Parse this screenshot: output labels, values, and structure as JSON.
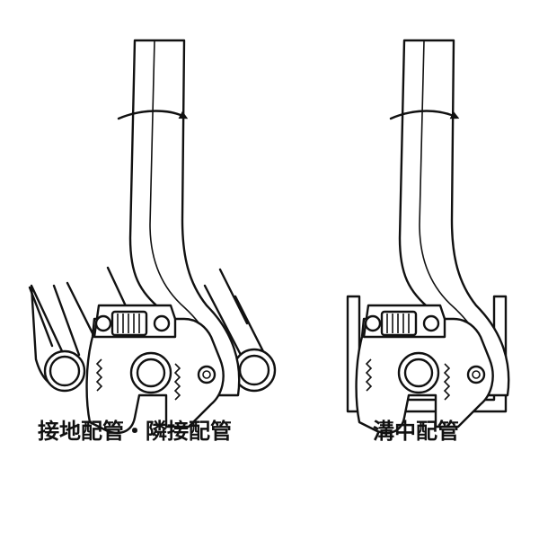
{
  "panels": [
    {
      "id": "left",
      "caption": "接地配管・隣接配管"
    },
    {
      "id": "right",
      "caption": "溝中配管"
    }
  ],
  "colors": {
    "line": "#111111",
    "background": "#ffffff"
  }
}
